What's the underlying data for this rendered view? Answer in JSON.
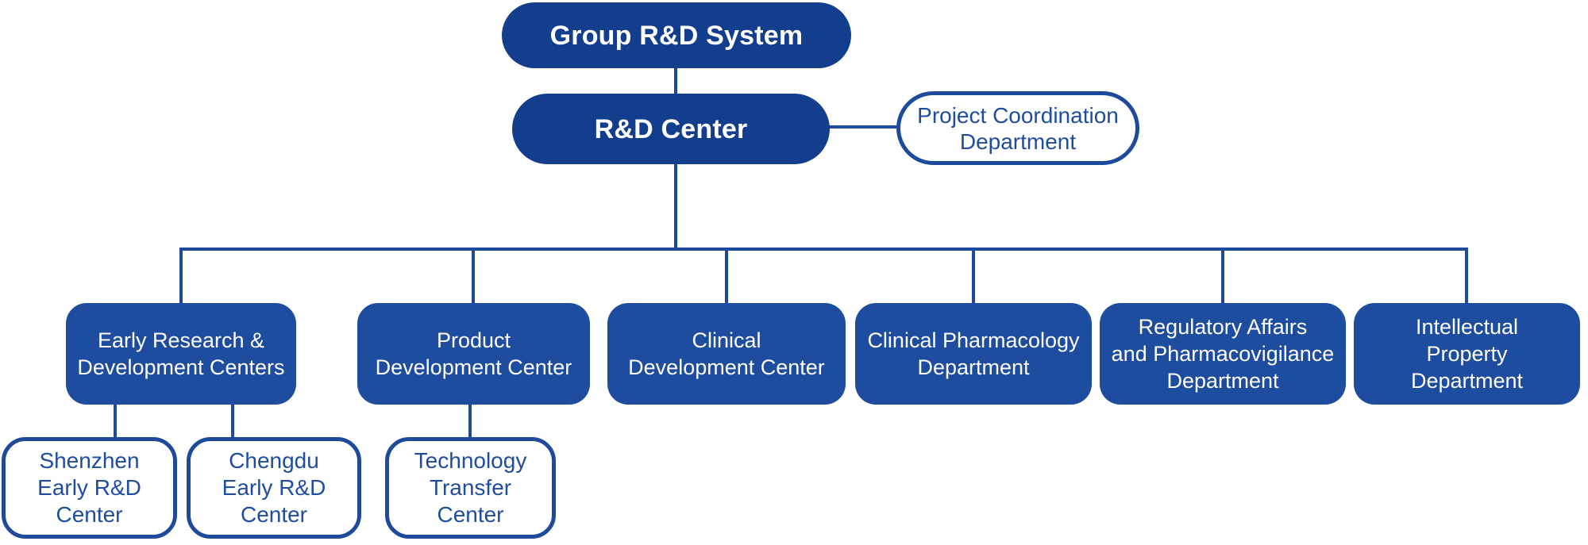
{
  "colors": {
    "pill_fill": "#123e8d",
    "box_fill": "#1e4d9f",
    "line_and_border": "#1e4a9c",
    "text_on_blue": "#ffffff",
    "text_blue": "#1e4d9f",
    "background": "#ffffff"
  },
  "chart": {
    "root": {
      "label": "Group R&D System"
    },
    "center": {
      "label": "R&D Center"
    },
    "side": {
      "label": "Project Coordination\nDepartment"
    },
    "departments": [
      {
        "label": "Early Research &\nDevelopment Centers"
      },
      {
        "label": "Product\nDevelopment Center"
      },
      {
        "label": "Clinical\nDevelopment Center"
      },
      {
        "label": "Clinical Pharmacology\nDepartment"
      },
      {
        "label": "Regulatory Affairs\nand Pharmacovigilance\nDepartment"
      },
      {
        "label": "Intellectual\nProperty\nDepartment"
      }
    ],
    "sub_centers": [
      {
        "label": "Shenzhen\nEarly R&D\nCenter"
      },
      {
        "label": "Chengdu\nEarly R&D\nCenter"
      },
      {
        "label": "Technology\nTransfer\nCenter"
      }
    ]
  }
}
